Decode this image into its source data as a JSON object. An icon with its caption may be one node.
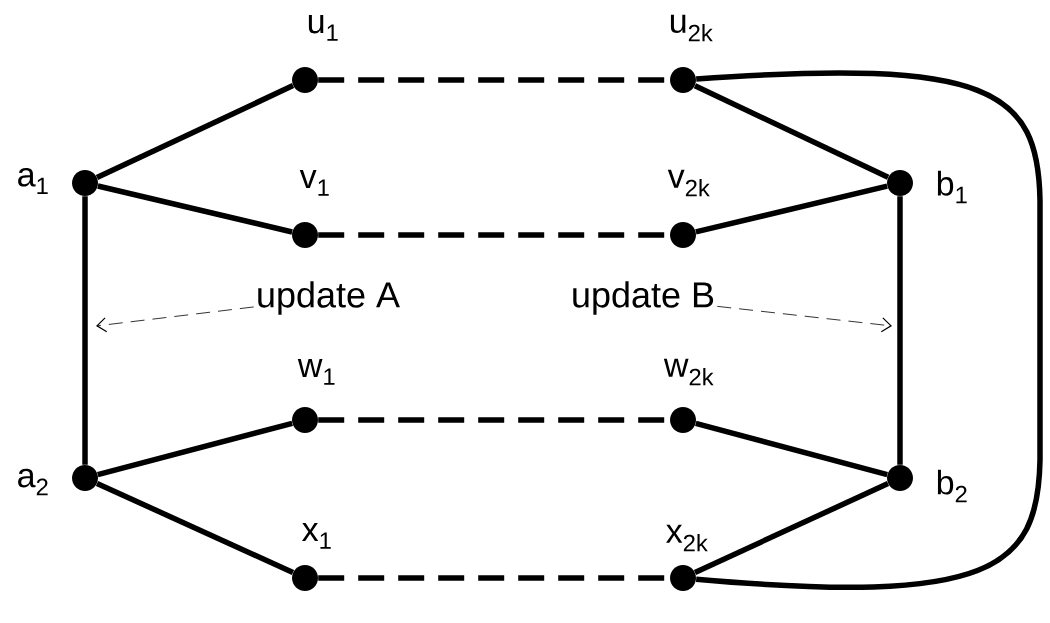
{
  "diagram": {
    "nodes": [
      {
        "text": [
          "a$_{1}$"
        ]
      },
      {
        "text": [
          "a$_{2}$"
        ]
      },
      {
        "text": [
          "u$_{1}$"
        ]
      },
      {
        "text": [
          "v$_{1}$"
        ]
      },
      {
        "text": [
          "w$_{1}$"
        ]
      },
      {
        "text": [
          "x$_{1}$"
        ]
      },
      {
        "text": [
          "u$_{2k}$"
        ]
      },
      {
        "text": [
          "v$_{2k}$"
        ]
      },
      {
        "text": [
          "w$_{2k}$"
        ]
      },
      {
        "text": [
          "x$_{2k}$"
        ]
      },
      {
        "text": [
          "b$_{1}$"
        ]
      },
      {
        "text": [
          "b$_{2}$"
        ]
      },
      {
        "text": [
          "update A"
        ]
      },
      {
        "text": [
          "update B"
        ]
      }
    ],
    "edges": [
      {
        "from": 0,
        "to": 2,
        "arrow": "none"
      },
      {
        "from": 0,
        "to": 3,
        "arrow": "none"
      },
      {
        "from": 0,
        "to": 1,
        "arrow": "none"
      },
      {
        "from": 1,
        "to": 4,
        "arrow": "none"
      },
      {
        "from": 1,
        "to": 5,
        "arrow": "none"
      },
      {
        "from": 2,
        "to": 6,
        "arrow": "none",
        "style": "dashed"
      },
      {
        "from": 3,
        "to": 7,
        "arrow": "none",
        "style": "dashed"
      },
      {
        "from": 4,
        "to": 8,
        "arrow": "none",
        "style": "dashed"
      },
      {
        "from": 5,
        "to": 9,
        "arrow": "none",
        "style": "dashed"
      },
      {
        "from": 6,
        "to": 10,
        "arrow": "none"
      },
      {
        "from": 7,
        "to": 10,
        "arrow": "none"
      },
      {
        "from": 8,
        "to": 11,
        "arrow": "none"
      },
      {
        "from": 9,
        "to": 11,
        "arrow": "none"
      },
      {
        "from": 10,
        "to": 11,
        "arrow": "none"
      },
      {
        "from": 6,
        "to": 9,
        "arrow": "none"
      },
      {
        "from": 12,
        "to": null,
        "arrow": "to",
        "style": "dashed"
      },
      {
        "from": 13,
        "to": null,
        "arrow": "to",
        "style": "dashed"
      }
    ]
  }
}
